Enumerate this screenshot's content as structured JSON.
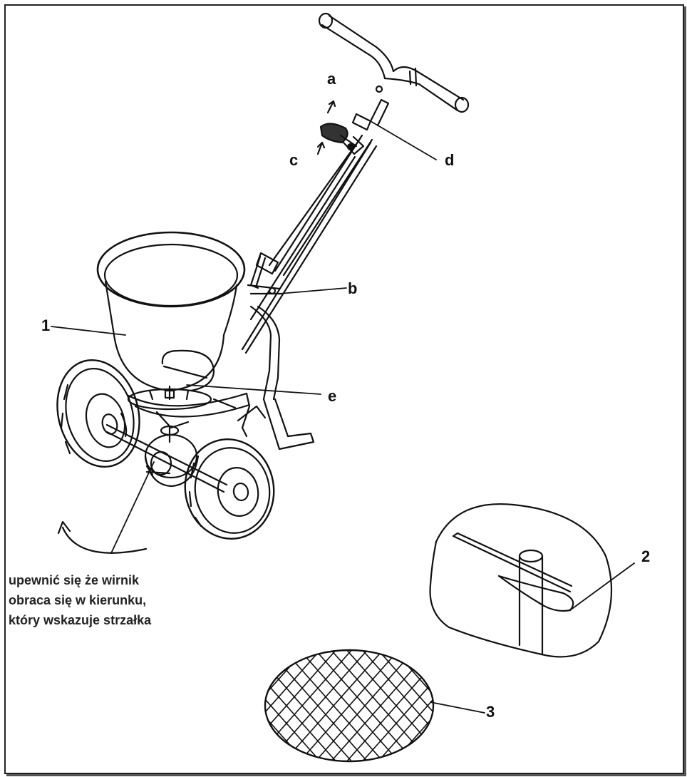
{
  "labels": {
    "a": "a",
    "b": "b",
    "c": "c",
    "d": "d",
    "e": "e",
    "one": "1",
    "two": "2",
    "three": "3"
  },
  "note": {
    "line1": "upewnić się że wirnik",
    "line2": "obraca się w kierunku,",
    "line3": "który wskazuje strzałka"
  }
}
